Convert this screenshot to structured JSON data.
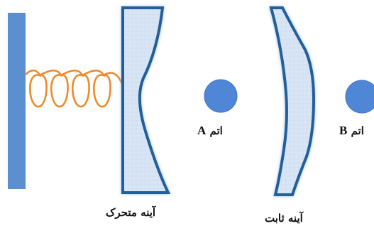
{
  "labels": {
    "atom_a_prefix": "اتم",
    "atom_a_letter": "A",
    "atom_b_prefix": "اتم",
    "atom_b_letter": "B",
    "moving_mirror": "آینه متحرک",
    "fixed_mirror": "آینه ثابت"
  },
  "colors": {
    "wall": "#5b8fd0",
    "mirror_fill": "#d6e3f3",
    "mirror_stroke": "#215f9a",
    "spring": "#ee8a2c",
    "atom": "#4f86d6"
  }
}
